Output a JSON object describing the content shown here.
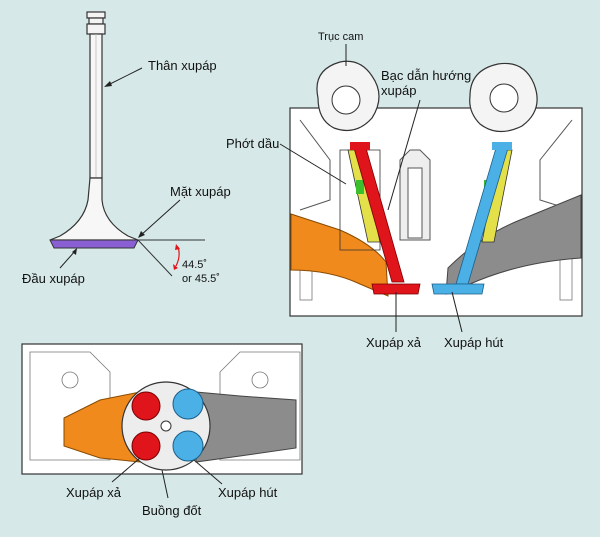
{
  "labels": {
    "than_xupap": "Thân xupáp",
    "mat_xupap": "Mặt xupáp",
    "dau_xupap": "Đầu xupáp",
    "angle_1": "44.5˚",
    "angle_2": "or 45.5˚",
    "truc_cam": "Trục cam",
    "bac_dan_huong_1": "Bạc dẫn hướng",
    "bac_dan_huong_2": "xupáp",
    "phot_dau": "Phớt dầu",
    "xupap_xa_top": "Xupáp xả",
    "xupap_hut_top": "Xupáp hút",
    "xupap_xa_bottom": "Xupáp xả",
    "buong_dot": "Buồng đốt",
    "xupap_hut_bottom": "Xupáp hút"
  },
  "colors": {
    "background": "#d6e9e8",
    "exhaust": "#e0141b",
    "intake": "#4ab0e6",
    "exhaust_port": "#f08a1c",
    "intake_port": "#8c8c8c",
    "valve_face": "#8a5fd3",
    "spring": "#e3e04a",
    "seal": "#3cbf2e"
  }
}
